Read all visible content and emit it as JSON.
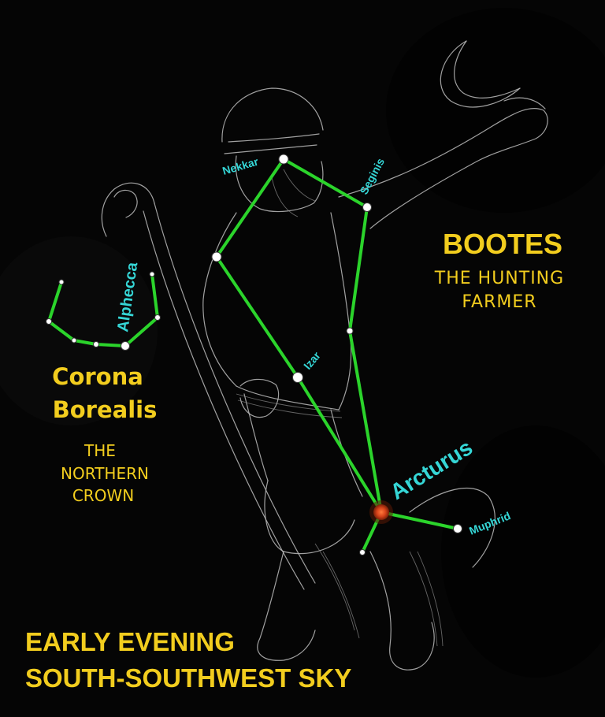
{
  "constellations": {
    "bootes": {
      "name": "BOOTES",
      "subtitle_line1": "THE HUNTING",
      "subtitle_line2": "FARMER"
    },
    "corona_borealis": {
      "name_line1": "Corona",
      "name_line2": "Borealis",
      "subtitle_line1": "THE",
      "subtitle_line2": "NORTHERN",
      "subtitle_line3": "CROWN"
    }
  },
  "stars": {
    "nekkar": "Nekkar",
    "seginis": "Seginis",
    "izar": "Izar",
    "arcturus": "Arcturus",
    "muphrid": "Muphrid",
    "alphecca": "Alphecca"
  },
  "caption": {
    "line1": "EARLY EVENING",
    "line2": "SOUTH-SOUTHWEST SKY"
  },
  "colors": {
    "background": "#050505",
    "constellation_lines": "#2bd42b",
    "star_labels": "#35d6d6",
    "titles": "#f2cd1e",
    "arcturus_star": "#e0551c"
  }
}
